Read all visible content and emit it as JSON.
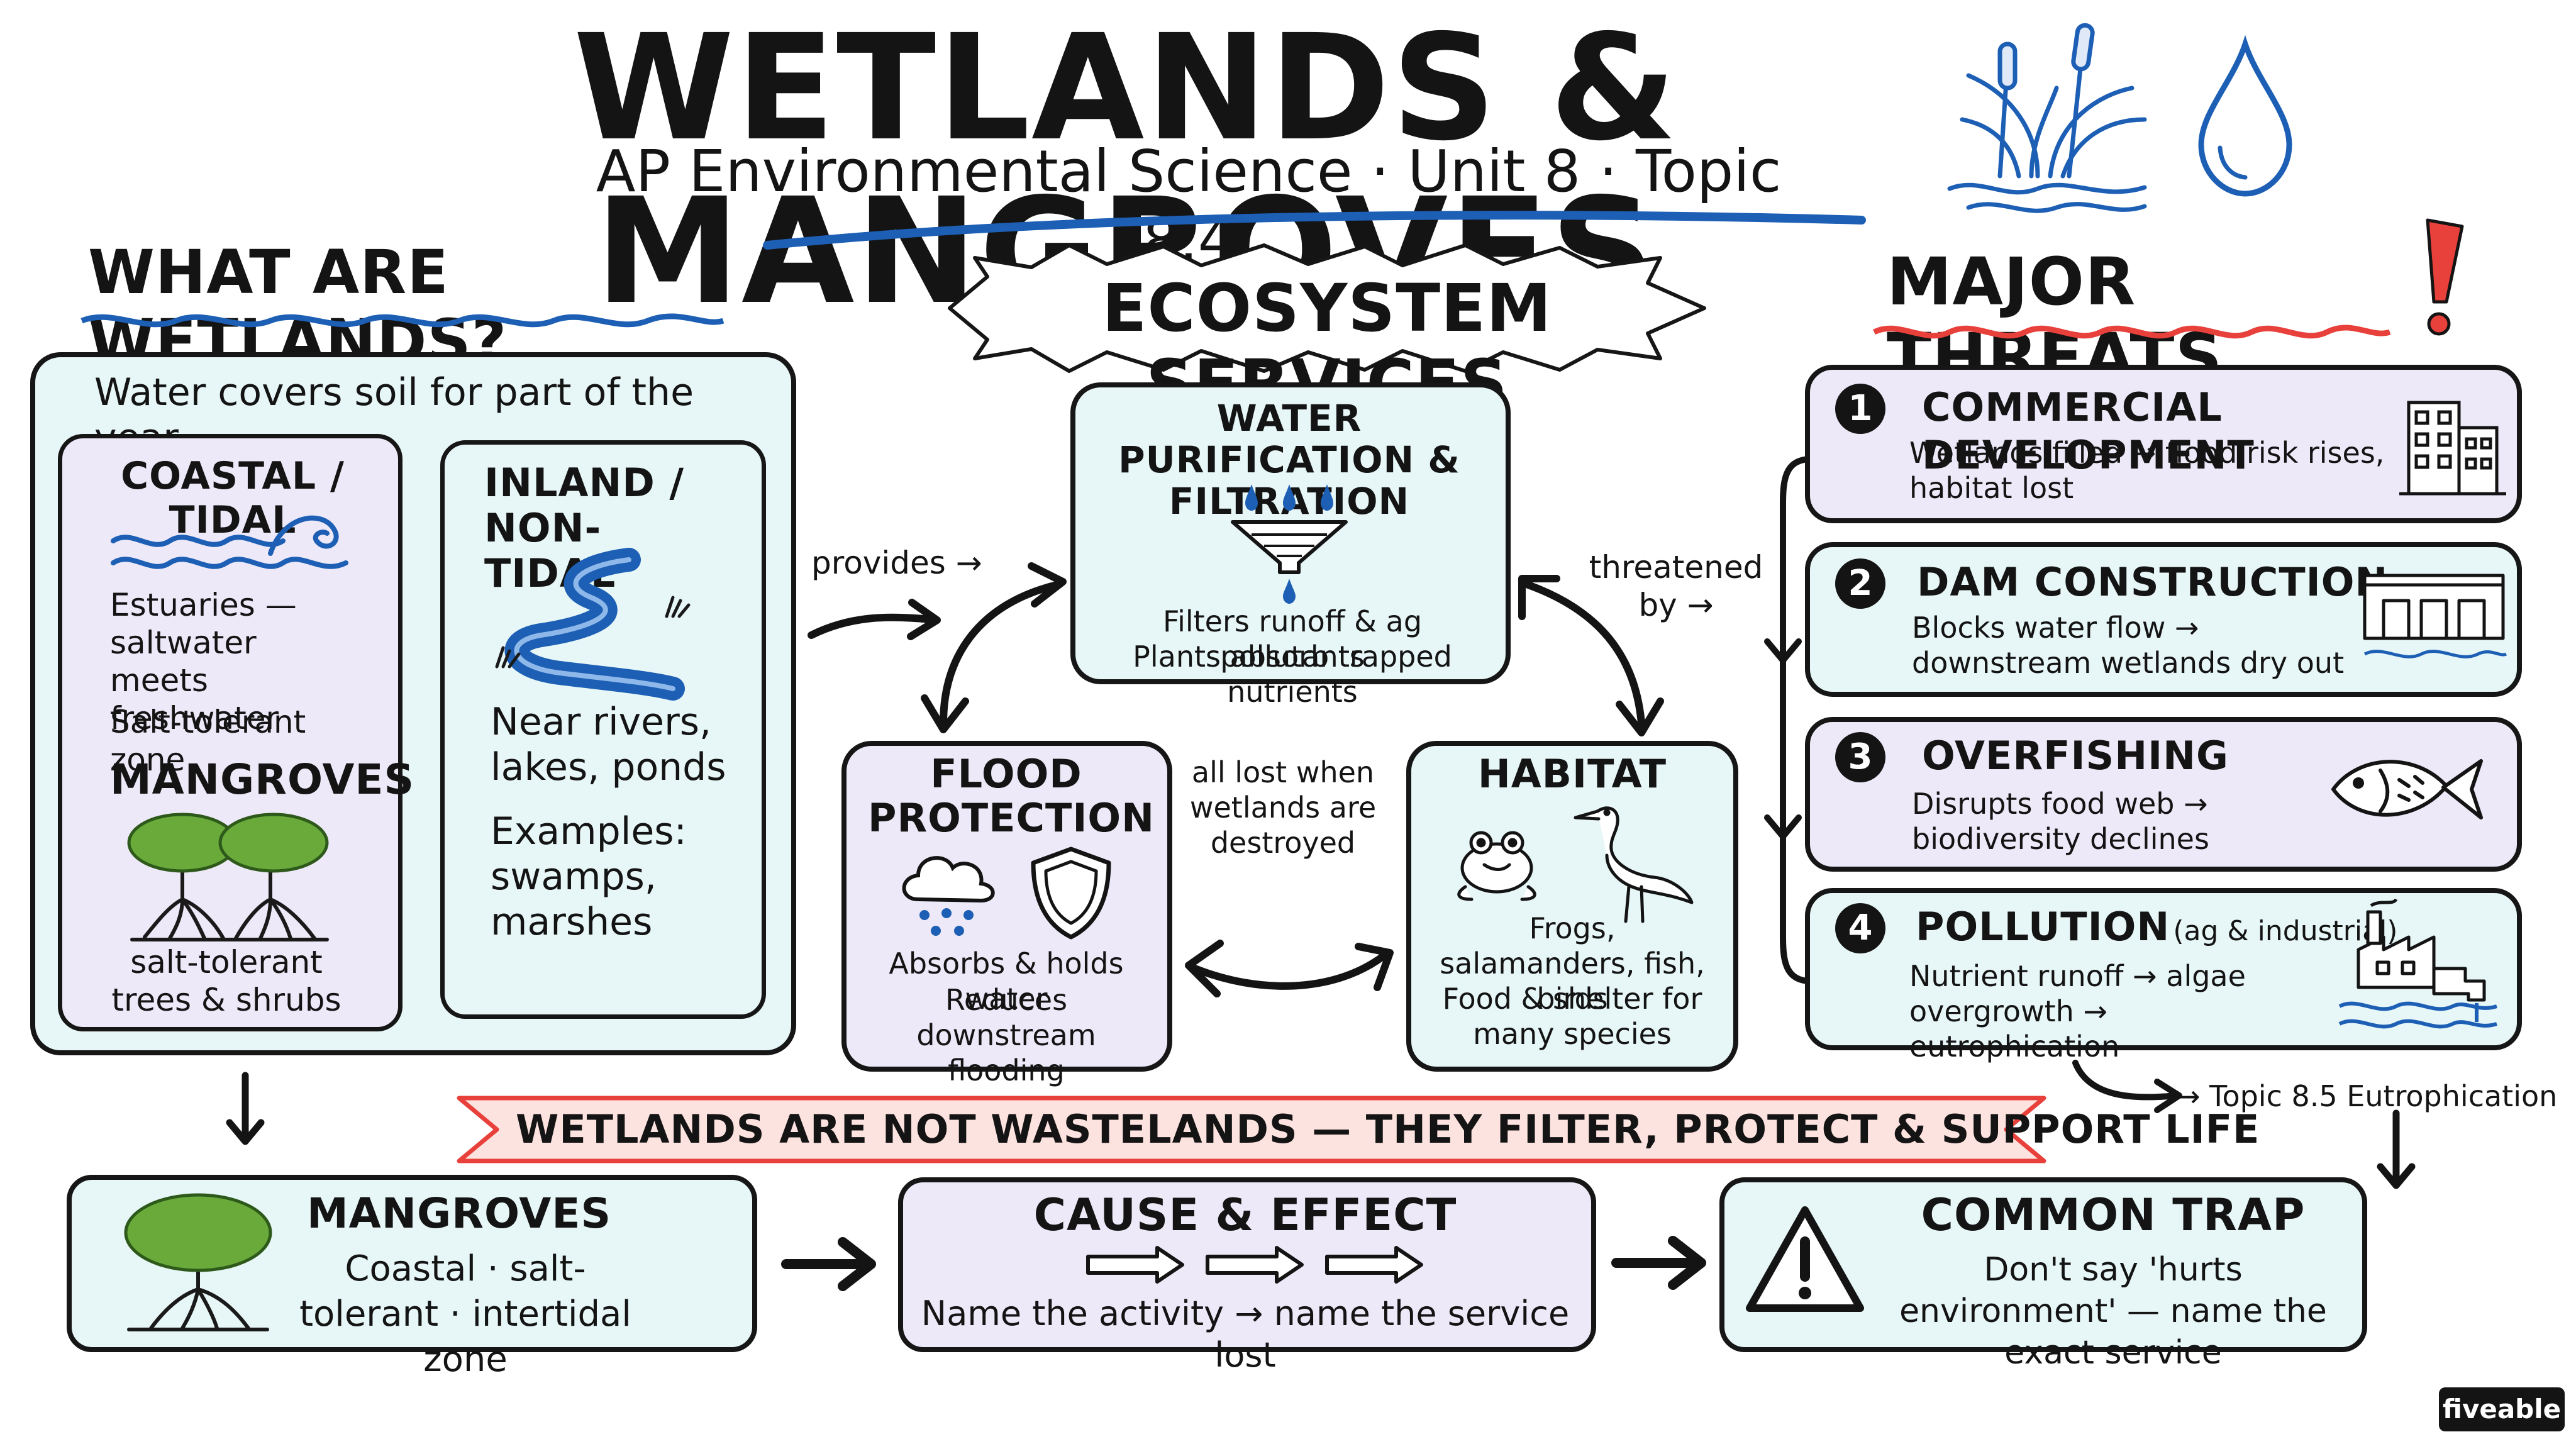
{
  "header": {
    "title": "WETLANDS & MANGROVES",
    "subtitle": "AP Environmental Science · Unit 8 · Topic 8.4"
  },
  "what": {
    "heading": "WHAT ARE WETLANDS?",
    "intro": "Water covers soil for part of the year",
    "coastal": {
      "title": "COASTAL / TIDAL",
      "text1": "Estuaries — saltwater meets freshwater",
      "text2": "Salt-tolerant zone",
      "mangroves_title": "MANGROVES",
      "mangroves_caption": "salt-tolerant trees & shrubs"
    },
    "inland": {
      "title": "INLAND / NON-TIDAL",
      "text1": "Near rivers, lakes, ponds",
      "text2": "Examples: swamps, marshes"
    }
  },
  "services": {
    "heading": "ECOSYSTEM SERVICES",
    "provides": "provides →",
    "threatened_by": "threatened by →",
    "center_note": "all lost when wetlands are destroyed",
    "water": {
      "title": "WATER PURIFICATION & FILTRATION",
      "line1": "Filters runoff & ag pollutants",
      "line2": "Plants absorb trapped nutrients"
    },
    "flood": {
      "title": "FLOOD PROTECTION",
      "line1": "Absorbs & holds water",
      "line2": "Reduces downstream flooding"
    },
    "habitat": {
      "title": "HABITAT",
      "line1": "Frogs, salamanders, fish, birds",
      "line2": "Food & shelter for many species"
    }
  },
  "threats": {
    "heading": "MAJOR THREATS",
    "items": [
      {
        "num": "1",
        "title": "COMMERCIAL DEVELOPMENT",
        "text": "Wetlands filled → flood risk rises, habitat lost",
        "icon": "building-icon"
      },
      {
        "num": "2",
        "title": "DAM CONSTRUCTION",
        "text": "Blocks water flow → downstream wetlands dry out",
        "icon": "dam-icon"
      },
      {
        "num": "3",
        "title": "OVERFISHING",
        "text": "Disrupts food web → biodiversity declines",
        "icon": "fish-icon"
      },
      {
        "num": "4",
        "title": "POLLUTION",
        "title_note": "(ag & industrial)",
        "text": "Nutrient runoff → algae overgrowth → eutrophication",
        "icon": "factory-icon"
      }
    ],
    "link": "→ Topic 8.5 Eutrophication"
  },
  "banner": "WETLANDS ARE NOT WASTELANDS — THEY FILTER, PROTECT & SUPPORT LIFE",
  "bottom": {
    "mangroves": {
      "title": "MANGROVES",
      "text": "Coastal · salt-tolerant · intertidal zone"
    },
    "cause": {
      "title": "CAUSE & EFFECT",
      "text": "Name the activity → name the service lost"
    },
    "trap": {
      "title": "COMMON TRAP",
      "text": "Don't say 'hurts environment' — name the exact service"
    }
  },
  "logo": "fiveable",
  "colors": {
    "ink": "#141414",
    "teal_fill": "#e7f6f7",
    "lavender_fill": "#eee9f8",
    "blue": "#1d5fb4",
    "red": "#e8413c",
    "banner_fill": "#fde3df",
    "tree_green": "#6aaa3a"
  }
}
